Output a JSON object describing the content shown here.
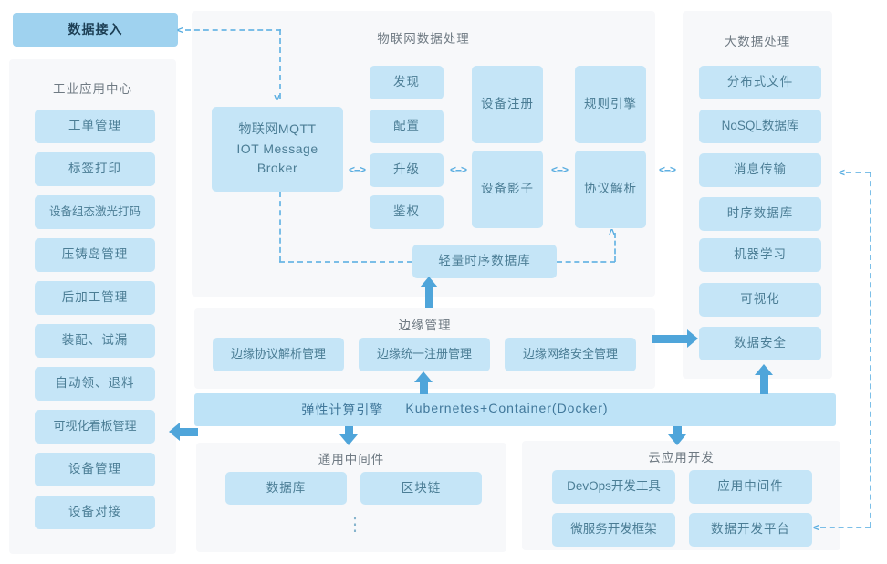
{
  "data_access": {
    "label": "数据接入"
  },
  "app_center": {
    "title": "工业应用中心",
    "items": [
      "工单管理",
      "标签打印",
      "设备组态激光打码",
      "压铸岛管理",
      "后加工管理",
      "装配、试漏",
      "自动领、退料",
      "可视化看板管理",
      "设备管理",
      "设备对接"
    ]
  },
  "iot": {
    "title": "物联网数据处理",
    "broker": {
      "line1": "物联网MQTT",
      "line2": "IOT Message",
      "line3": "Broker"
    },
    "col1": [
      "发现",
      "配置",
      "升级",
      "鉴权"
    ],
    "col2": [
      "设备注册",
      "设备影子"
    ],
    "col3": [
      "规则引擎",
      "协议解析"
    ],
    "tsdb": "轻量时序数据库"
  },
  "bigdata": {
    "title": "大数据处理",
    "items": [
      "分布式文件",
      "NoSQL数据库",
      "消息传输",
      "时序数据库",
      "机器学习",
      "可视化",
      "数据安全"
    ]
  },
  "edge": {
    "title": "边缘管理",
    "items": [
      "边缘协议解析管理",
      "边缘统一注册管理",
      "边缘网络安全管理"
    ]
  },
  "compute_band": {
    "label_cn": "弹性计算引擎",
    "label_en": "Kubernetes+Container(Docker)"
  },
  "middleware": {
    "title": "通用中间件",
    "items": [
      "数据库",
      "区块链"
    ],
    "ellipsis": "⋮"
  },
  "cloud_dev": {
    "title": "云应用开发",
    "items": [
      "DevOps开发工具",
      "应用中间件",
      "微服务开发框架",
      "数据开发平台"
    ]
  },
  "glyphs": {
    "chev_left": "<",
    "bidir": "<-->"
  },
  "colors": {
    "box_bg": "#c5e5f7",
    "accent_box_bg": "#9fd2ef",
    "panel_bg": "#f7f8fa",
    "band_bg": "#bee3f7",
    "box_text": "#4b7d95",
    "title_text": "#6f7a83",
    "solid_arrow": "#4fa5da",
    "dashed_line": "#66b4e4"
  }
}
